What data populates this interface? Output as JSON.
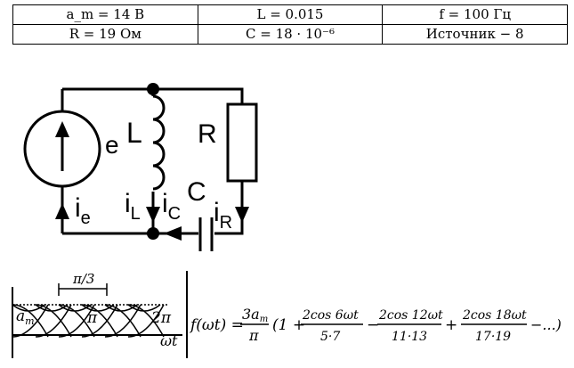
{
  "params": {
    "rows": [
      [
        "a_m = 14 В",
        "L = 0.015",
        "f = 100 Гц"
      ],
      [
        "R = 19 Ом",
        "C = 18 · 10⁻⁶",
        "Источник − 8"
      ]
    ]
  },
  "circuit": {
    "label_e": "e",
    "label_L": "L",
    "label_R": "R",
    "label_C": "C",
    "label_ie": "i",
    "label_ie_sub": "e",
    "label_iL": "i",
    "label_iL_sub": "L",
    "label_iC": "i",
    "label_iC_sub": "C",
    "label_iR": "i",
    "label_iR_sub": "R"
  },
  "waveform": {
    "pi3": "π/3",
    "am": "a",
    "am_sub": "m",
    "pi": "π",
    "twopi": "2π",
    "omegat": "ωt"
  },
  "formula": {
    "lhs": "f(ωt) =",
    "coef_num": "3a",
    "coef_num_sub": "m",
    "coef_den": "π",
    "open": "(1 +",
    "t1_num": "2cos 6ωt",
    "t1_den": "5·7",
    "op1": "−",
    "t2_num": "2cos 12ωt",
    "t2_den": "11·13",
    "op2": "+",
    "t3_num": "2cos 18ωt",
    "t3_den": "17·19",
    "tail": "−...)"
  }
}
